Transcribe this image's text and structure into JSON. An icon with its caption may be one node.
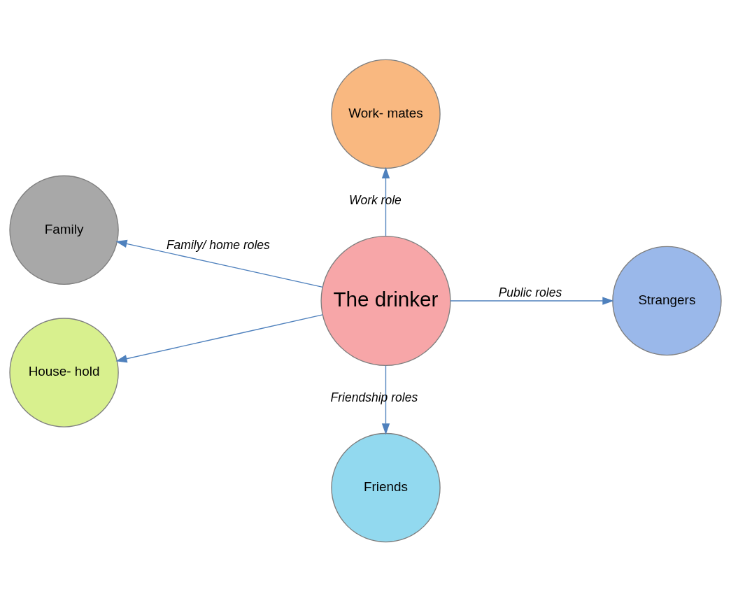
{
  "diagram": {
    "nodes": [
      {
        "text": [
          "Work- mates"
        ]
      },
      {
        "text": [
          "Family"
        ]
      },
      {
        "text": [
          "House- hold"
        ]
      },
      {
        "text": [
          "The drinker"
        ]
      },
      {
        "text": [
          "Strangers"
        ]
      },
      {
        "text": [
          "Friends"
        ]
      }
    ],
    "edges": [
      {
        "from": 3,
        "to": 0,
        "arrow": "to",
        "label": "Work role"
      },
      {
        "from": 3,
        "to": 1,
        "arrow": "to",
        "label": "Family/ home roles"
      },
      {
        "from": 3,
        "to": 2,
        "arrow": "to"
      },
      {
        "from": 3,
        "to": 4,
        "arrow": "to",
        "label": "Public roles"
      },
      {
        "from": 3,
        "to": 5,
        "arrow": "to",
        "label": "Friendship roles"
      }
    ]
  }
}
